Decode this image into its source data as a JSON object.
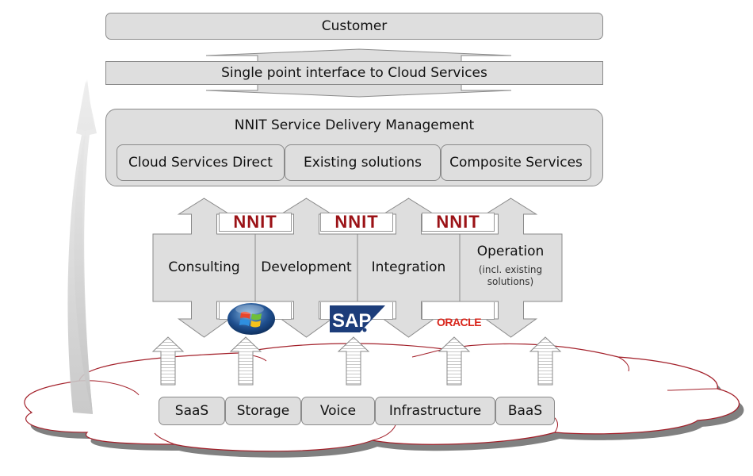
{
  "diagram": {
    "customer": "Customer",
    "single_point": "Single point interface to Cloud Services",
    "sdm": {
      "title": "NNIT Service Delivery Management",
      "items": [
        "Cloud Services Direct",
        "Existing solutions",
        "Composite Services"
      ]
    },
    "phases": [
      {
        "label": "Consulting",
        "sub": ""
      },
      {
        "label": "Development",
        "sub": ""
      },
      {
        "label": "Integration",
        "sub": ""
      },
      {
        "label": "Operation",
        "sub_line1": "(incl. existing",
        "sub_line2": "solutions)"
      }
    ],
    "nnit_logo_text": "NNIT",
    "partner_logos": [
      {
        "name": "Windows",
        "icon": "windows-logo-icon"
      },
      {
        "name": "SAP",
        "text": "SAP"
      },
      {
        "name": "Oracle",
        "text": "ORACLE"
      }
    ],
    "cloud_services": [
      "SaaS",
      "Storage",
      "Voice",
      "Infrastructure",
      "BaaS"
    ],
    "colors": {
      "box_fill": "#dedede",
      "box_border": "#8a8a8a",
      "nnit_red": "#9b1216",
      "oracle_red": "#d9261c",
      "sap_blue": "#1c3d7a",
      "cloud_outline": "#a3202a",
      "cloud_shadow": "#808080"
    }
  }
}
